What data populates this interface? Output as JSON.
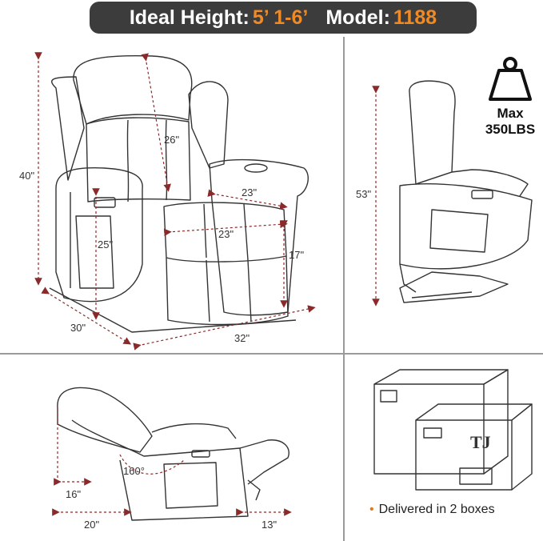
{
  "banner": {
    "height_label": "Ideal Height:",
    "height_value": "5’ 1-6’",
    "model_label": "Model:",
    "model_value": "1188"
  },
  "dimensions": {
    "overall_height": "40\"",
    "back_height": "26\"",
    "armrest_width": "23\"",
    "seat_width": "23\"",
    "seat_back_height": "25\"",
    "seat_height": "17\"",
    "depth": "30\"",
    "width": "32\"",
    "lift_height": "53\"",
    "recline_angle": "160°",
    "back_clearance": "16\"",
    "base_depth": "20\"",
    "footrest_length": "13\""
  },
  "weight": {
    "line1": "Max",
    "line2": "350LBS",
    "icon": "weight-icon"
  },
  "shipping": {
    "bullet": "•",
    "text": "Delivered in 2 boxes"
  },
  "colors": {
    "accent": "#f08a24",
    "dimension_line": "#8b2a2a",
    "banner_bg": "#3c3c3c"
  }
}
